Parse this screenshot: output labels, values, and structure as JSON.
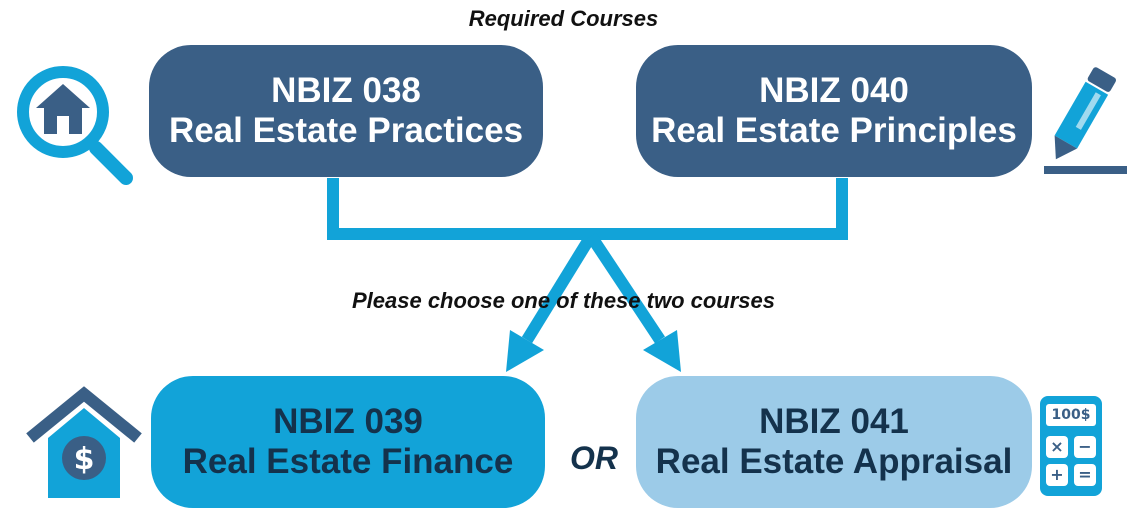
{
  "heading": "Required Courses",
  "choice_prompt": "Please choose one of these two courses",
  "or_label": "OR",
  "required_courses": [
    {
      "code": "NBIZ 038",
      "title": "Real Estate Practices"
    },
    {
      "code": "NBIZ 040",
      "title": "Real Estate Principles"
    }
  ],
  "elective_courses": [
    {
      "code": "NBIZ 039",
      "title": "Real Estate Finance"
    },
    {
      "code": "NBIZ 041",
      "title": "Real Estate Appraisal"
    }
  ],
  "calculator_display": "100$",
  "icons": [
    "house-search-icon",
    "pen-icon",
    "house-dollar-icon",
    "calculator-icon"
  ],
  "colors": {
    "required": "#3a5f86",
    "finance": "#12a3d8",
    "appraisal": "#9ccbe8",
    "connector": "#12a3d8"
  }
}
